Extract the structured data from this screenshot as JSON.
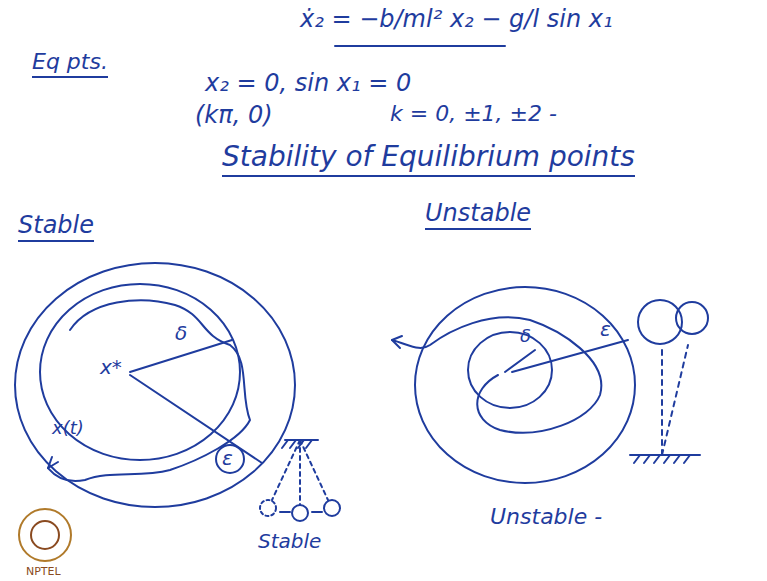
{
  "diagram": {
    "labels": [
      "ẋ₂ = −b/ml² x₂ − g/l sin x₁",
      "Eq pts.",
      "x₂ = 0, sin x₁ = 0",
      "(kπ, 0)",
      "k = 0, ±1, ±2 -",
      "Stability of Equilibrium points",
      "Stable",
      "Unstable",
      "x*",
      "δ",
      "x(t)",
      "ε",
      "Stable",
      "δ",
      "ε",
      "Unstable -",
      "NPTEL"
    ]
  }
}
